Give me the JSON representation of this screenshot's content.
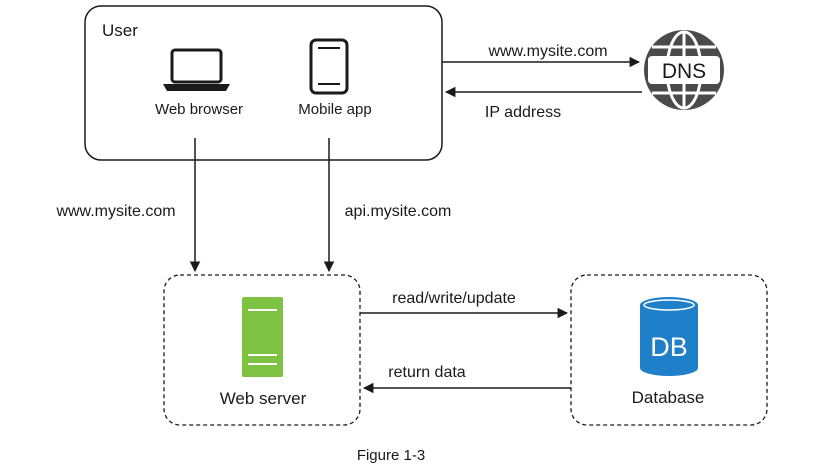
{
  "user_group": {
    "title": "User",
    "web_browser": "Web browser",
    "mobile_app": "Mobile app"
  },
  "dns": {
    "label": "DNS",
    "request": "www.mysite.com",
    "response": "IP address"
  },
  "links": {
    "browser_to_server": "www.mysite.com",
    "mobile_to_server": "api.mysite.com"
  },
  "web_server": {
    "label": "Web server",
    "color": "#7dc242"
  },
  "database": {
    "label": "Database",
    "icon_text": "DB",
    "color": "#1f7fc9"
  },
  "db_links": {
    "write": "read/write/update",
    "read": "return data"
  },
  "caption": "Figure 1-3"
}
